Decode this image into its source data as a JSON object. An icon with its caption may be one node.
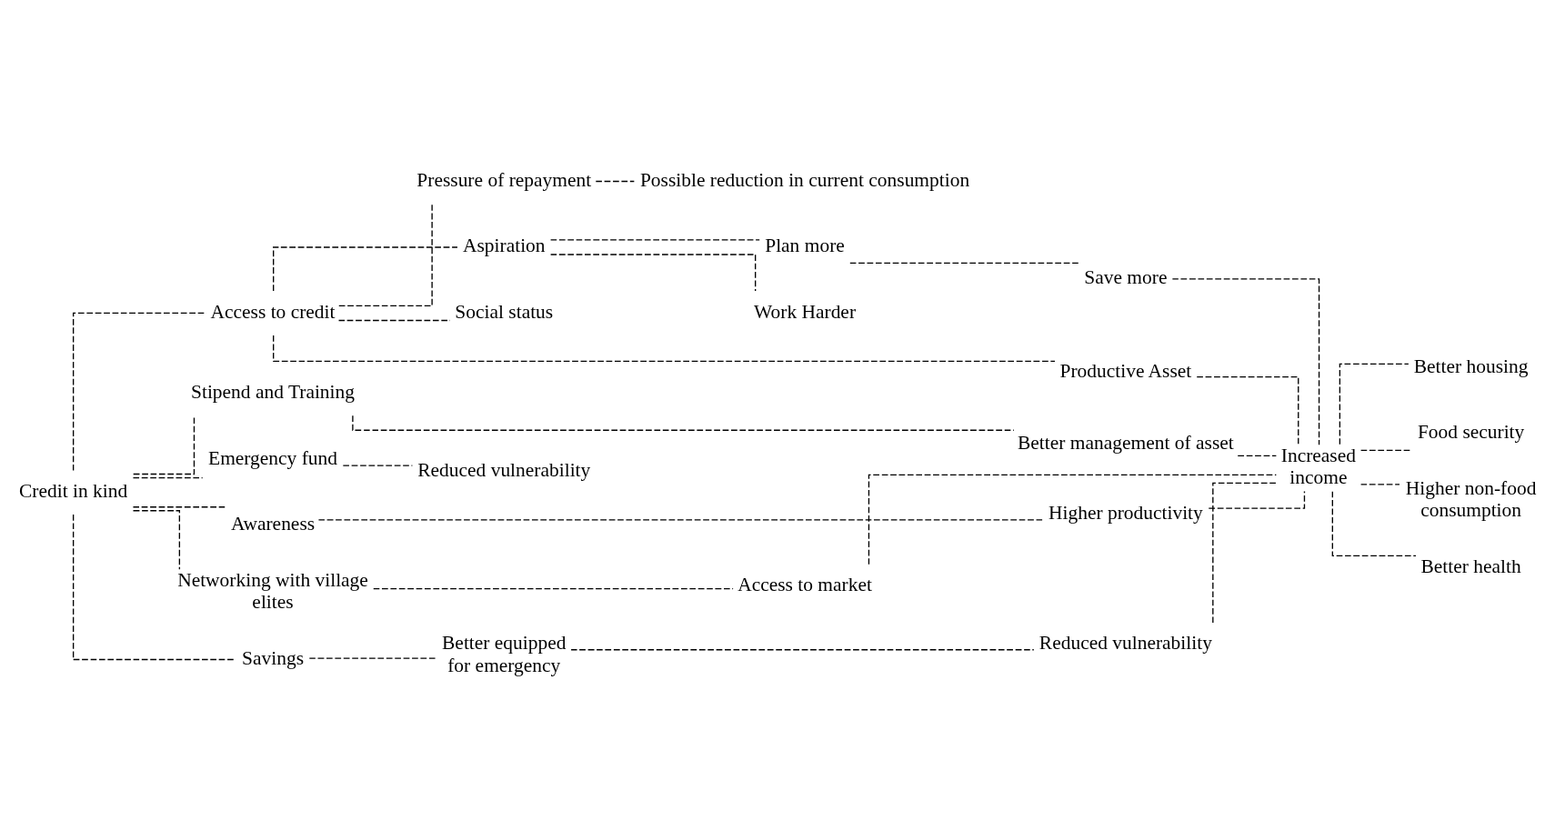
{
  "diagram": {
    "nodes": [
      {
        "text": [
          "Credit in kind"
        ]
      },
      {
        "text": [
          "Access to credit"
        ]
      },
      {
        "text": [
          "Stipend and Training"
        ]
      },
      {
        "text": [
          "Emergency fund"
        ]
      },
      {
        "text": [
          "Awareness"
        ]
      },
      {
        "text": [
          "Networking with village elites"
        ]
      },
      {
        "text": [
          "Savings"
        ]
      },
      {
        "text": [
          "Pressure of repayment"
        ]
      },
      {
        "text": [
          "Possible reduction in current consumption"
        ]
      },
      {
        "text": [
          "Aspiration"
        ]
      },
      {
        "text": [
          "Plan more"
        ]
      },
      {
        "text": [
          "Save more"
        ]
      },
      {
        "text": [
          "Work Harder"
        ]
      },
      {
        "text": [
          "Social status"
        ]
      },
      {
        "text": [
          "Productive Asset"
        ]
      },
      {
        "text": [
          "Increased income"
        ]
      },
      {
        "text": [
          "Better management of asset"
        ]
      },
      {
        "text": [
          "Reduced vulnerability"
        ]
      },
      {
        "text": [
          "Higher productivity"
        ]
      },
      {
        "text": [
          "Access to market"
        ]
      },
      {
        "text": [
          "Better equipped for emergency"
        ]
      },
      {
        "text": [
          "Reduced vulnerability"
        ]
      },
      {
        "text": [
          "Better housing"
        ]
      },
      {
        "text": [
          "Food security"
        ]
      },
      {
        "text": [
          "Higher non-food consumption"
        ]
      },
      {
        "text": [
          "Better health"
        ]
      }
    ],
    "edges": [
      {
        "from": 0,
        "to": 1,
        "arrow": "none",
        "style": "dashed"
      },
      {
        "from": 0,
        "to": 2,
        "arrow": "none",
        "style": "dashed"
      },
      {
        "from": 0,
        "to": 3,
        "arrow": "none",
        "style": "dashed"
      },
      {
        "from": 0,
        "to": 4,
        "arrow": "none",
        "style": "dashed"
      },
      {
        "from": 0,
        "to": 5,
        "arrow": "none",
        "style": "dashed"
      },
      {
        "from": 0,
        "to": 6,
        "arrow": "none",
        "style": "dashed"
      },
      {
        "from": 1,
        "to": 7,
        "arrow": "none",
        "style": "dashed"
      },
      {
        "from": 1,
        "to": 9,
        "arrow": "none",
        "style": "dashed"
      },
      {
        "from": 1,
        "to": 13,
        "arrow": "none",
        "style": "dashed"
      },
      {
        "from": 1,
        "to": 14,
        "arrow": "none",
        "style": "dashed"
      },
      {
        "from": 7,
        "to": 8,
        "arrow": "none",
        "style": "dashed"
      },
      {
        "from": 9,
        "to": 10,
        "arrow": "none",
        "style": "dashed"
      },
      {
        "from": 9,
        "to": 12,
        "arrow": "none",
        "style": "dashed"
      },
      {
        "from": 10,
        "to": 11,
        "arrow": "none",
        "style": "dashed"
      },
      {
        "from": 2,
        "to": 16,
        "arrow": "none",
        "style": "dashed"
      },
      {
        "from": 3,
        "to": 17,
        "arrow": "none",
        "style": "dashed"
      },
      {
        "from": 4,
        "to": 18,
        "arrow": "none",
        "style": "dashed"
      },
      {
        "from": 5,
        "to": 19,
        "arrow": "none",
        "style": "dashed"
      },
      {
        "from": 6,
        "to": 20,
        "arrow": "none",
        "style": "dashed"
      },
      {
        "from": 20,
        "to": 21,
        "arrow": "none",
        "style": "dashed"
      },
      {
        "from": 11,
        "to": 15,
        "arrow": "none",
        "style": "dashed"
      },
      {
        "from": 14,
        "to": 15,
        "arrow": "none",
        "style": "dashed"
      },
      {
        "from": 16,
        "to": 15,
        "arrow": "none",
        "style": "dashed"
      },
      {
        "from": 18,
        "to": 15,
        "arrow": "none",
        "style": "dashed"
      },
      {
        "from": 19,
        "to": 15,
        "arrow": "none",
        "style": "dashed"
      },
      {
        "from": 21,
        "to": 15,
        "arrow": "none",
        "style": "dashed"
      },
      {
        "from": 15,
        "to": 22,
        "arrow": "none",
        "style": "dashed"
      },
      {
        "from": 15,
        "to": 23,
        "arrow": "none",
        "style": "dashed"
      },
      {
        "from": 15,
        "to": 24,
        "arrow": "none",
        "style": "dashed"
      },
      {
        "from": 15,
        "to": 25,
        "arrow": "none",
        "style": "dashed"
      }
    ]
  }
}
